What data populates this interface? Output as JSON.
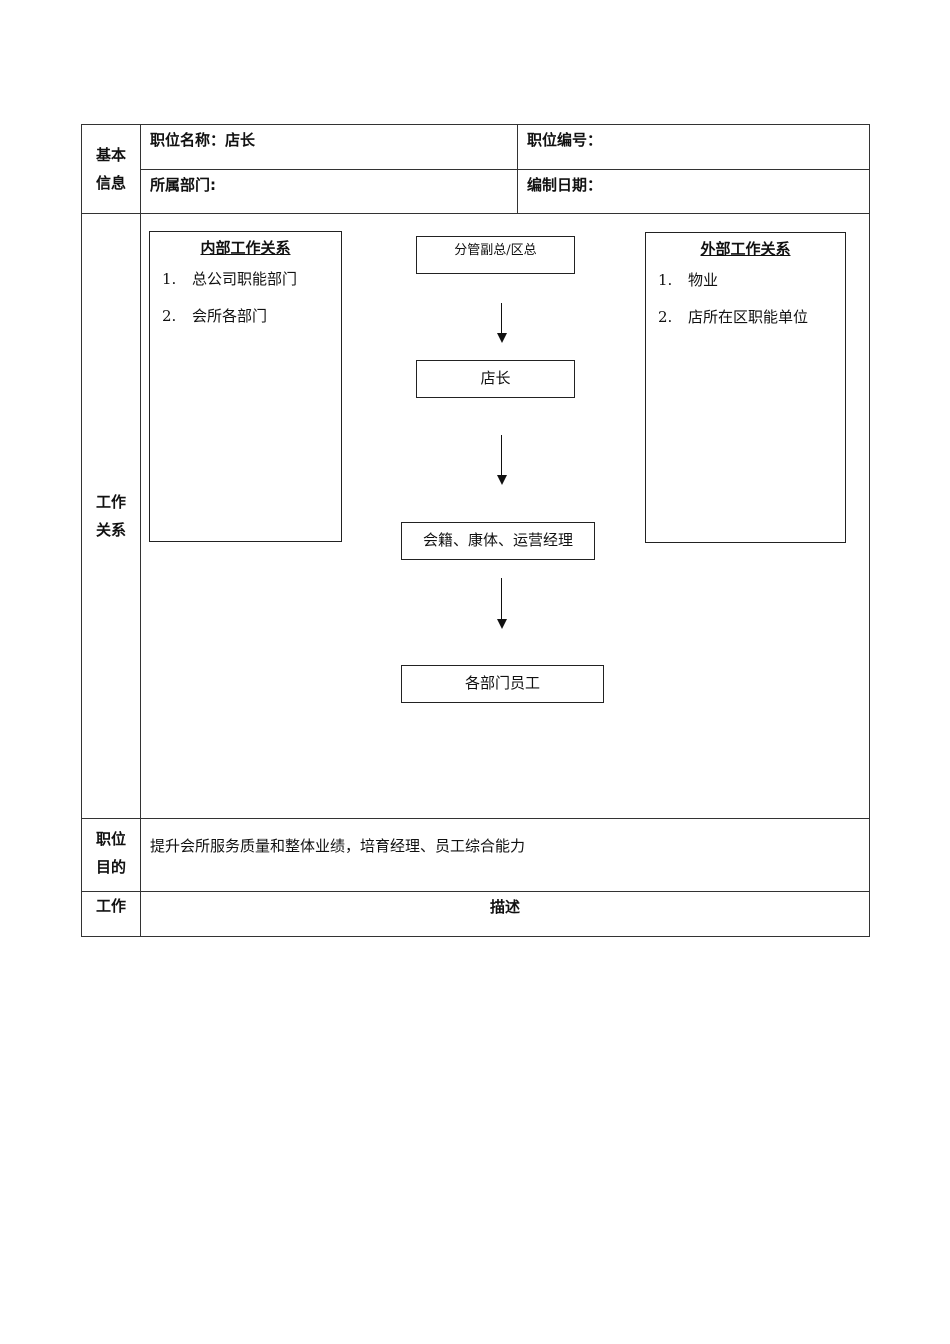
{
  "basic_info": {
    "label_line1": "基本",
    "label_line2": "信息",
    "position_name": "职位名称：店长",
    "position_code": "职位编号：",
    "department": "所属部门:",
    "compile_date": "编制日期："
  },
  "relations": {
    "label_line1": "工作",
    "label_line2": "关系",
    "internal": {
      "title": "内部工作关系",
      "items": [
        {
          "num": "1.",
          "text": "总公司职能部门"
        },
        {
          "num": "2.",
          "text": "会所各部门"
        }
      ]
    },
    "external": {
      "title": "外部工作关系",
      "items": [
        {
          "num": "1.",
          "text": "物业"
        },
        {
          "num": "2.",
          "text": "店所在区职能单位"
        }
      ]
    },
    "chain": [
      "分管副总/区总",
      "店长",
      "会籍、康体、运营经理",
      "各部门员工"
    ]
  },
  "purpose": {
    "label_line1": "职位",
    "label_line2": "目的",
    "text": "提升会所服务质量和整体业绩，培育经理、员工综合能力"
  },
  "work": {
    "label": "工作",
    "description_header": "描述"
  }
}
